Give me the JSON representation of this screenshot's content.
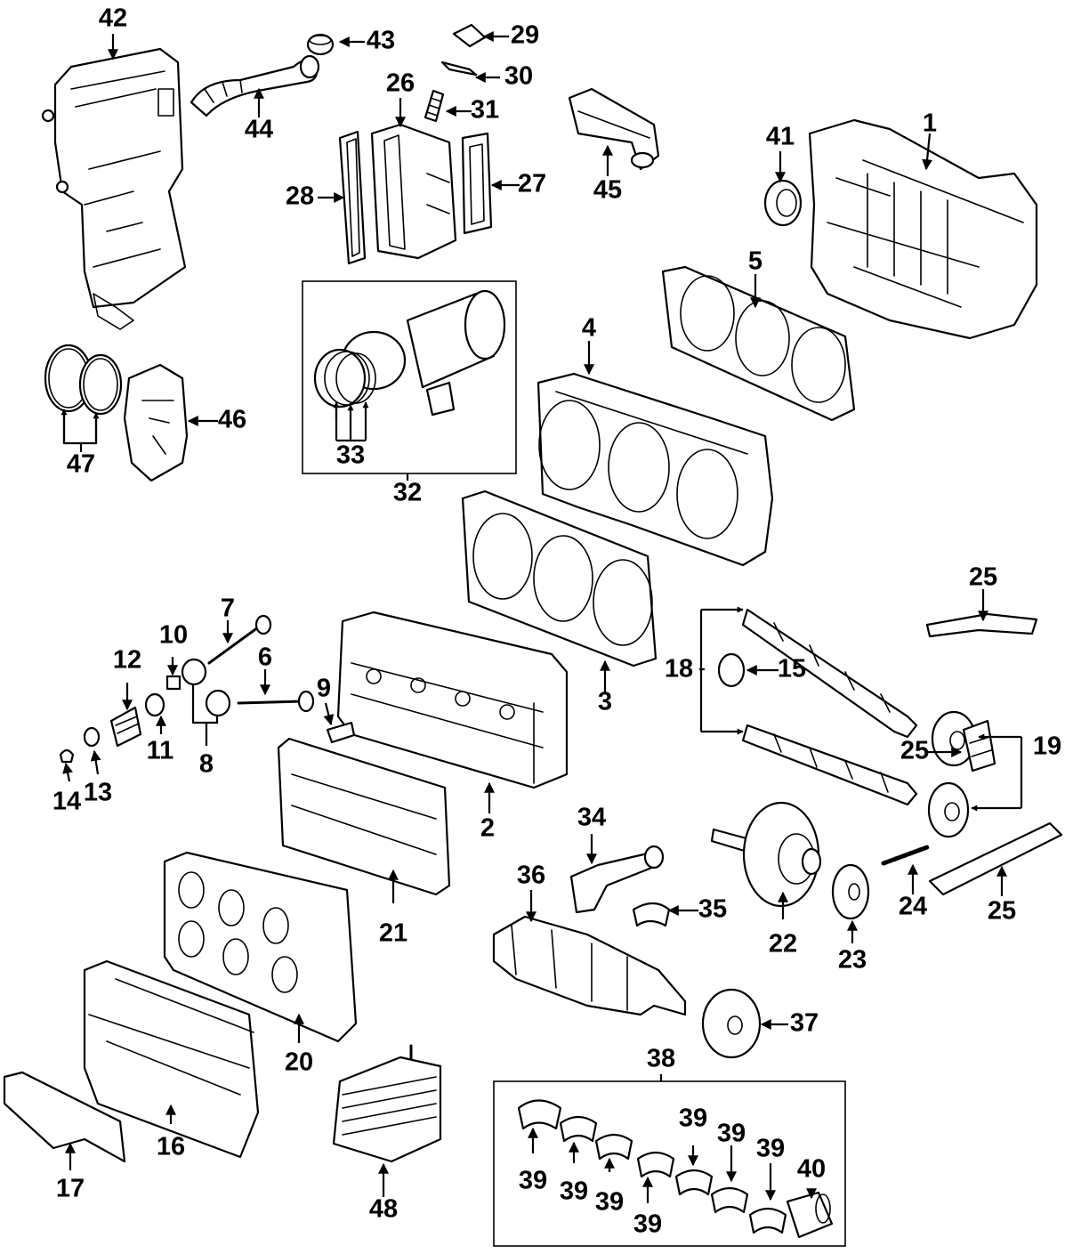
{
  "callouts": [
    {
      "id": "c1",
      "label": "1"
    },
    {
      "id": "c2",
      "label": "2"
    },
    {
      "id": "c3",
      "label": "3"
    },
    {
      "id": "c4",
      "label": "4"
    },
    {
      "id": "c5",
      "label": "5"
    },
    {
      "id": "c6",
      "label": "6"
    },
    {
      "id": "c7",
      "label": "7"
    },
    {
      "id": "c8",
      "label": "8"
    },
    {
      "id": "c9",
      "label": "9"
    },
    {
      "id": "c10",
      "label": "10"
    },
    {
      "id": "c11",
      "label": "11"
    },
    {
      "id": "c12",
      "label": "12"
    },
    {
      "id": "c13",
      "label": "13"
    },
    {
      "id": "c14",
      "label": "14"
    },
    {
      "id": "c15",
      "label": "15"
    },
    {
      "id": "c16",
      "label": "16"
    },
    {
      "id": "c17",
      "label": "17"
    },
    {
      "id": "c18",
      "label": "18"
    },
    {
      "id": "c19",
      "label": "19"
    },
    {
      "id": "c20",
      "label": "20"
    },
    {
      "id": "c21",
      "label": "21"
    },
    {
      "id": "c22",
      "label": "22"
    },
    {
      "id": "c23",
      "label": "23"
    },
    {
      "id": "c24",
      "label": "24"
    },
    {
      "id": "c25a",
      "label": "25"
    },
    {
      "id": "c25b",
      "label": "25"
    },
    {
      "id": "c25c",
      "label": "25"
    },
    {
      "id": "c26",
      "label": "26"
    },
    {
      "id": "c27",
      "label": "27"
    },
    {
      "id": "c28",
      "label": "28"
    },
    {
      "id": "c29",
      "label": "29"
    },
    {
      "id": "c30",
      "label": "30"
    },
    {
      "id": "c31",
      "label": "31"
    },
    {
      "id": "c32",
      "label": "32"
    },
    {
      "id": "c33",
      "label": "33"
    },
    {
      "id": "c34",
      "label": "34"
    },
    {
      "id": "c35",
      "label": "35"
    },
    {
      "id": "c36",
      "label": "36"
    },
    {
      "id": "c37",
      "label": "37"
    },
    {
      "id": "c38",
      "label": "38"
    },
    {
      "id": "c39a",
      "label": "39"
    },
    {
      "id": "c39b",
      "label": "39"
    },
    {
      "id": "c39c",
      "label": "39"
    },
    {
      "id": "c39d",
      "label": "39"
    },
    {
      "id": "c39e",
      "label": "39"
    },
    {
      "id": "c39f",
      "label": "39"
    },
    {
      "id": "c39g",
      "label": "39"
    },
    {
      "id": "c40",
      "label": "40"
    },
    {
      "id": "c41",
      "label": "41"
    },
    {
      "id": "c42",
      "label": "42"
    },
    {
      "id": "c43",
      "label": "43"
    },
    {
      "id": "c44",
      "label": "44"
    },
    {
      "id": "c45",
      "label": "45"
    },
    {
      "id": "c46",
      "label": "46"
    },
    {
      "id": "c47",
      "label": "47"
    },
    {
      "id": "c48",
      "label": "48"
    }
  ]
}
